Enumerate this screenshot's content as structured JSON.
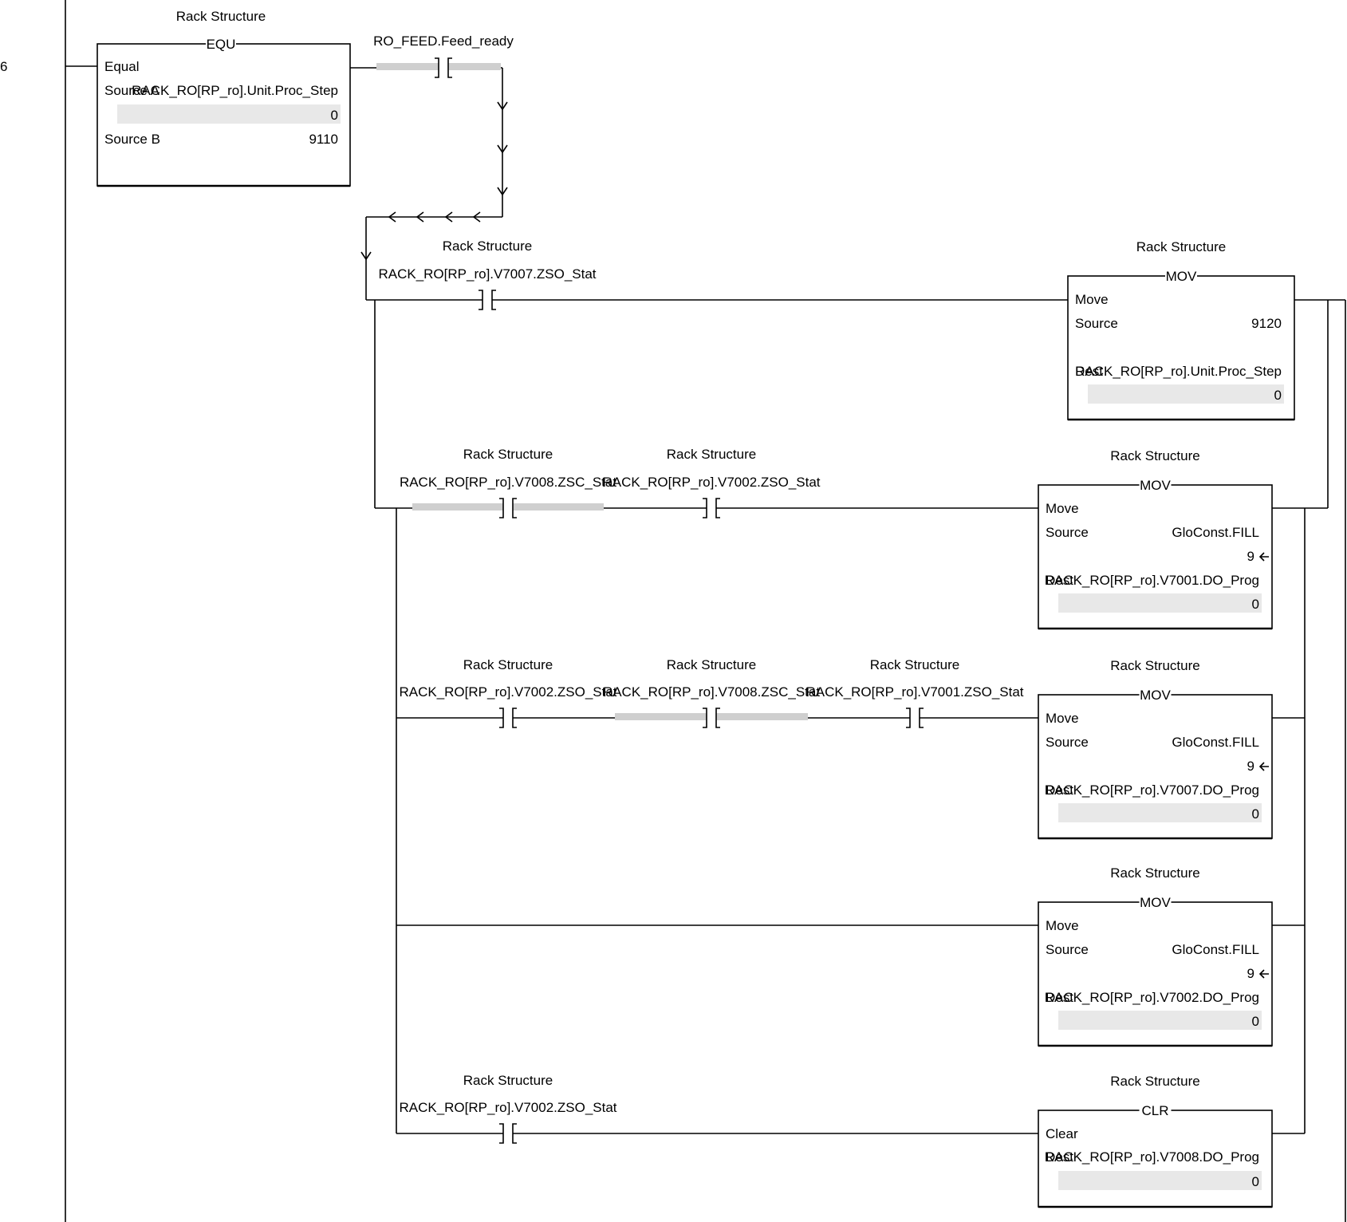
{
  "rung": {
    "number": "6"
  },
  "tag_scope": "Rack Structure",
  "equ": {
    "mnemonic": "EQU",
    "title": "Equal",
    "source_a_label": "Source A",
    "source_a_tag": "RACK_RO[RP_ro].Unit.Proc_Step",
    "source_a_value": "0",
    "source_b_label": "Source B",
    "source_b_value": "9110"
  },
  "contacts": {
    "feed_ready": {
      "tag": "RO_FEED.Feed_ready",
      "energized": true
    },
    "v7007_zso_main": {
      "scope": "Rack Structure",
      "tag": "RACK_RO[RP_ro].V7007.ZSO_Stat",
      "energized": false
    },
    "b1_v7008_zsc": {
      "scope": "Rack Structure",
      "tag": "RACK_RO[RP_ro].V7008.ZSC_Stat",
      "energized": true
    },
    "b1_v7002_zso": {
      "scope": "Rack Structure",
      "tag": "RACK_RO[RP_ro].V7002.ZSO_Stat",
      "energized": false
    },
    "b2_v7002_zso": {
      "scope": "Rack Structure",
      "tag": "RACK_RO[RP_ro].V7002.ZSO_Stat",
      "energized": false
    },
    "b2_v7008_zsc": {
      "scope": "Rack Structure",
      "tag": "RACK_RO[RP_ro].V7008.ZSC_Stat",
      "energized": true
    },
    "b2_v7001_zso": {
      "scope": "Rack Structure",
      "tag": "RACK_RO[RP_ro].V7001.ZSO_Stat",
      "energized": false
    },
    "b4_v7002_zso": {
      "scope": "Rack Structure",
      "tag": "RACK_RO[RP_ro].V7002.ZSO_Stat",
      "energized": false
    }
  },
  "mov_main": {
    "scope": "Rack Structure",
    "mnemonic": "MOV",
    "title": "Move",
    "source_label": "Source",
    "source_value": "9120",
    "dest_label": "Dest",
    "dest_tag": "RACK_RO[RP_ro].Unit.Proc_Step",
    "dest_value": "0"
  },
  "mov_b1": {
    "scope": "Rack Structure",
    "mnemonic": "MOV",
    "title": "Move",
    "source_label": "Source",
    "source_tag": "GloConst.FILL",
    "source_value": "9",
    "dest_label": "Dest",
    "dest_tag": "RACK_RO[RP_ro].V7001.DO_Prog",
    "dest_value": "0"
  },
  "mov_b2": {
    "scope": "Rack Structure",
    "mnemonic": "MOV",
    "title": "Move",
    "source_label": "Source",
    "source_tag": "GloConst.FILL",
    "source_value": "9",
    "dest_label": "Dest",
    "dest_tag": "RACK_RO[RP_ro].V7007.DO_Prog",
    "dest_value": "0"
  },
  "mov_b3": {
    "scope": "Rack Structure",
    "mnemonic": "MOV",
    "title": "Move",
    "source_label": "Source",
    "source_tag": "GloConst.FILL",
    "source_value": "9",
    "dest_label": "Dest",
    "dest_tag": "RACK_RO[RP_ro].V7002.DO_Prog",
    "dest_value": "0"
  },
  "clr_b4": {
    "scope": "Rack Structure",
    "mnemonic": "CLR",
    "title": "Clear",
    "dest_label": "Dest",
    "dest_tag": "RACK_RO[RP_ro].V7008.DO_Prog",
    "dest_value": "0"
  }
}
